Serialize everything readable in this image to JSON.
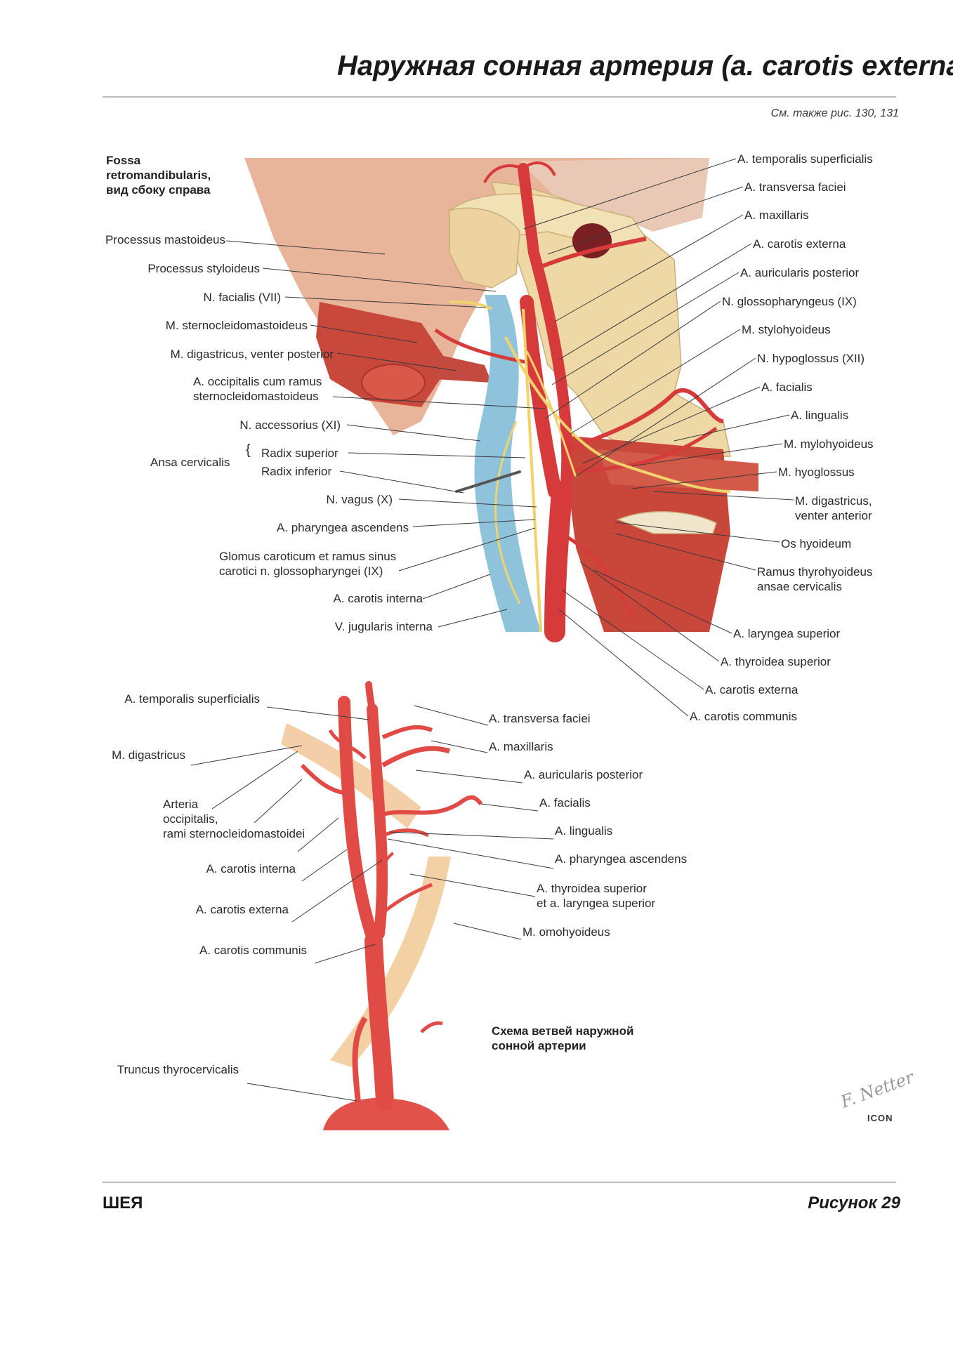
{
  "header": {
    "title": "Наружная сонная артерия (a. carotis externa)",
    "see_also": "См. также рис. 130, 131"
  },
  "figure1": {
    "title_lines": [
      "Fossa",
      "retromandibularis,",
      "вид сбоку справа"
    ],
    "left_labels": [
      "Processus mastoideus",
      "Processus styloideus",
      "N. facialis (VII)",
      "M. sternocleidomastoideus",
      "M. digastricus, venter posterior",
      "A. occipitalis cum ramus",
      "sternocleidomastoideus",
      "N. accessorius (XI)",
      "Ansa cervicalis",
      "Radix superior",
      "Radix inferior",
      "N. vagus (X)",
      "A. pharyngea ascendens",
      "Glomus caroticum et ramus sinus",
      "carotici n. glossopharyngei (IX)",
      "A. carotis interna",
      "V. jugularis interna"
    ],
    "right_labels": [
      "A. temporalis superficialis",
      "A. transversa faciei",
      "A. maxillaris",
      "A. carotis externa",
      "A. auricularis posterior",
      "N. glossopharyngeus (IX)",
      "M. stylohyoideus",
      "N. hypoglossus (XII)",
      "A. facialis",
      "A. lingualis",
      "M. mylohyoideus",
      "M. hyoglossus",
      "M. digastricus,",
      "venter anterior",
      "Os hyoideum",
      "Ramus thyrohyoideus",
      "ansae cervicalis",
      "A. laryngea superior",
      "A. thyroidea superior",
      "A. carotis externa",
      "A. carotis communis"
    ]
  },
  "figure2": {
    "left_labels": [
      "A. temporalis superficialis",
      "M. digastricus",
      "Arteria",
      "occipitalis,",
      "rami sternocleidomastoidei",
      "A. carotis interna",
      "A. carotis externa",
      "A. carotis communis",
      "Truncus thyrocervicalis"
    ],
    "right_labels": [
      "A. transversa faciei",
      "A. maxillaris",
      "A. auricularis posterior",
      "A. facialis",
      "A. lingualis",
      "A. pharyngea ascendens",
      "A. thyroidea superior",
      "et a. laryngea superior",
      "M. omohyoideus"
    ],
    "caption_lines": [
      "Схема ветвей наружной",
      "сонной артерии"
    ]
  },
  "footer": {
    "section": "ШЕЯ",
    "figure_no": "Рисунок 29"
  },
  "marks": {
    "signature": "F. Netter",
    "logo": "ICON"
  },
  "colors": {
    "artery": "#d63a3a",
    "vein": "#8fc3dc",
    "muscle": "#c8483c",
    "bone": "#eed9a6",
    "nerve": "#f1d36e",
    "rule": "#bdbdbd"
  }
}
